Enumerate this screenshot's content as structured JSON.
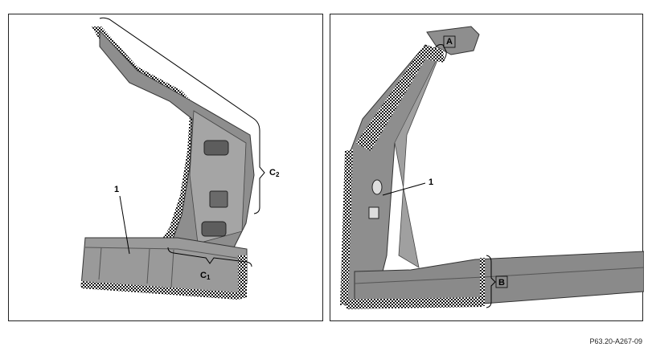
{
  "left_panel": {
    "label_part": "1",
    "label_c2": "C",
    "label_c2_sub": "2",
    "label_c1": "C",
    "label_c1_sub": "1"
  },
  "right_panel": {
    "label_a": "A",
    "label_part": "1",
    "label_b": "B"
  },
  "figure_ref": "P63.20-A267-09"
}
